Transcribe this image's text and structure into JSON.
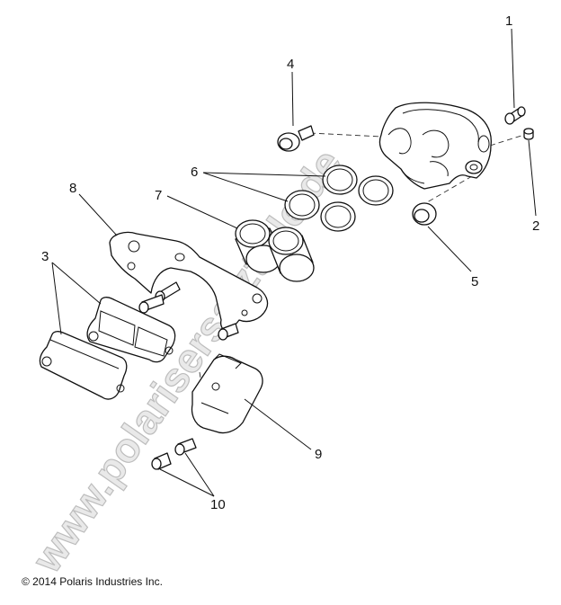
{
  "callouts": [
    {
      "id": "1",
      "label": "1"
    },
    {
      "id": "2",
      "label": "2"
    },
    {
      "id": "3",
      "label": "3"
    },
    {
      "id": "4",
      "label": "4"
    },
    {
      "id": "5",
      "label": "5"
    },
    {
      "id": "6",
      "label": "6"
    },
    {
      "id": "7",
      "label": "7"
    },
    {
      "id": "8",
      "label": "8"
    },
    {
      "id": "9",
      "label": "9"
    },
    {
      "id": "10",
      "label": "10"
    }
  ],
  "watermark": "www.polarisersatzteile.de",
  "copyright": "© 2014 Polaris Industries Inc.",
  "colors": {
    "line": "#111111",
    "watermark_fill": "#e9e9e9",
    "watermark_stroke": "#bdbdbd"
  }
}
